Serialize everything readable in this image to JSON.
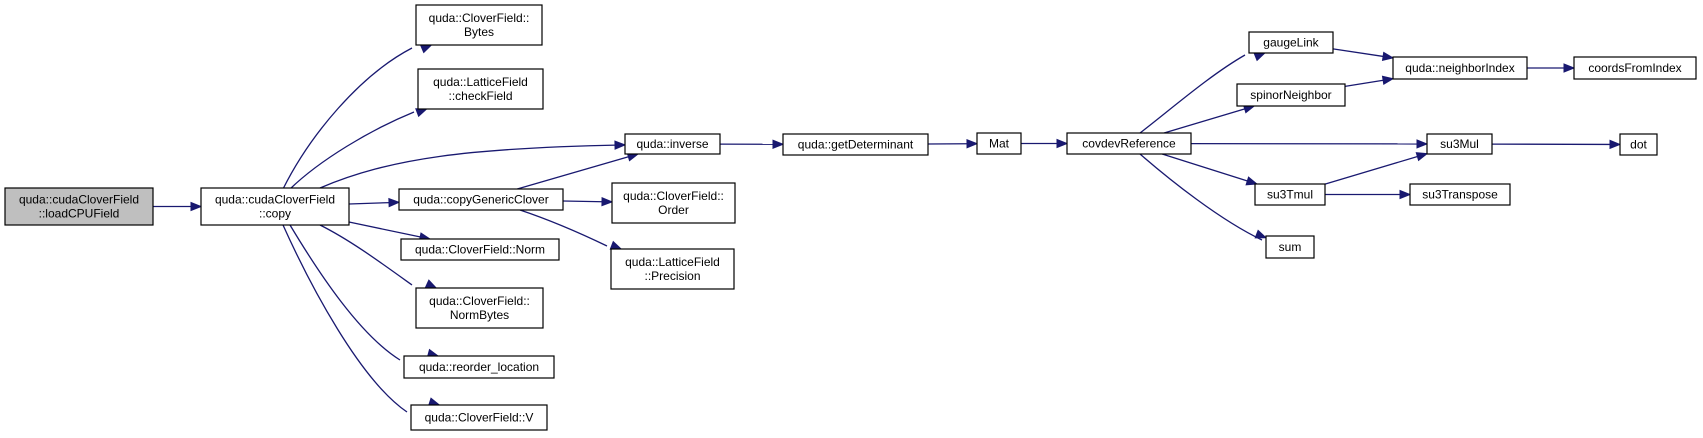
{
  "colors": {
    "edge": "#191970",
    "node_fill": "#ffffff",
    "root_fill": "#bfbfbf",
    "node_stroke": "#000000"
  },
  "graph": {
    "nodes": [
      {
        "id": "loadCPUField",
        "lines": [
          "quda::cudaCloverField",
          "::loadCPUField"
        ],
        "root": true
      },
      {
        "id": "cudaCopy",
        "lines": [
          "quda::cudaCloverField",
          "::copy"
        ]
      },
      {
        "id": "cfBytes",
        "lines": [
          "quda::CloverField::",
          "Bytes"
        ]
      },
      {
        "id": "checkField",
        "lines": [
          "quda::LatticeField",
          "::checkField"
        ]
      },
      {
        "id": "inverse",
        "lines": [
          "quda::inverse"
        ]
      },
      {
        "id": "copyGenericClover",
        "lines": [
          "quda::copyGenericClover"
        ]
      },
      {
        "id": "cfNorm",
        "lines": [
          "quda::CloverField::Norm"
        ]
      },
      {
        "id": "normBytes",
        "lines": [
          "quda::CloverField::",
          "NormBytes"
        ]
      },
      {
        "id": "reorderLocation",
        "lines": [
          "quda::reorder_location"
        ]
      },
      {
        "id": "cfV",
        "lines": [
          "quda::CloverField::V"
        ]
      },
      {
        "id": "cfOrder",
        "lines": [
          "quda::CloverField::",
          "Order"
        ]
      },
      {
        "id": "lfPrecision",
        "lines": [
          "quda::LatticeField",
          "::Precision"
        ]
      },
      {
        "id": "getDeterminant",
        "lines": [
          "quda::getDeterminant"
        ]
      },
      {
        "id": "mat",
        "lines": [
          "Mat"
        ]
      },
      {
        "id": "covdevReference",
        "lines": [
          "covdevReference"
        ]
      },
      {
        "id": "gaugeLink",
        "lines": [
          "gaugeLink"
        ]
      },
      {
        "id": "spinorNeighbor",
        "lines": [
          "spinorNeighbor"
        ]
      },
      {
        "id": "neighborIndex",
        "lines": [
          "quda::neighborIndex"
        ]
      },
      {
        "id": "coordsFromIndex",
        "lines": [
          "coordsFromIndex"
        ]
      },
      {
        "id": "su3Mul",
        "lines": [
          "su3Mul"
        ]
      },
      {
        "id": "dot",
        "lines": [
          "dot"
        ]
      },
      {
        "id": "su3Tmul",
        "lines": [
          "su3Tmul"
        ]
      },
      {
        "id": "su3Transpose",
        "lines": [
          "su3Transpose"
        ]
      },
      {
        "id": "sum",
        "lines": [
          "sum"
        ]
      }
    ],
    "edges": [
      {
        "from": "loadCPUField",
        "to": "cudaCopy"
      },
      {
        "from": "cudaCopy",
        "to": "cfBytes"
      },
      {
        "from": "cudaCopy",
        "to": "checkField"
      },
      {
        "from": "cudaCopy",
        "to": "inverse"
      },
      {
        "from": "cudaCopy",
        "to": "copyGenericClover"
      },
      {
        "from": "cudaCopy",
        "to": "cfNorm"
      },
      {
        "from": "cudaCopy",
        "to": "normBytes"
      },
      {
        "from": "cudaCopy",
        "to": "reorderLocation"
      },
      {
        "from": "cudaCopy",
        "to": "cfV"
      },
      {
        "from": "copyGenericClover",
        "to": "inverse"
      },
      {
        "from": "copyGenericClover",
        "to": "cfOrder"
      },
      {
        "from": "copyGenericClover",
        "to": "lfPrecision"
      },
      {
        "from": "inverse",
        "to": "getDeterminant"
      },
      {
        "from": "getDeterminant",
        "to": "mat"
      },
      {
        "from": "mat",
        "to": "covdevReference"
      },
      {
        "from": "covdevReference",
        "to": "gaugeLink"
      },
      {
        "from": "covdevReference",
        "to": "spinorNeighbor"
      },
      {
        "from": "covdevReference",
        "to": "su3Mul"
      },
      {
        "from": "covdevReference",
        "to": "su3Tmul"
      },
      {
        "from": "covdevReference",
        "to": "sum"
      },
      {
        "from": "gaugeLink",
        "to": "neighborIndex"
      },
      {
        "from": "spinorNeighbor",
        "to": "neighborIndex"
      },
      {
        "from": "neighborIndex",
        "to": "coordsFromIndex"
      },
      {
        "from": "su3Mul",
        "to": "dot"
      },
      {
        "from": "su3Tmul",
        "to": "su3Mul"
      },
      {
        "from": "su3Tmul",
        "to": "su3Transpose"
      }
    ]
  }
}
